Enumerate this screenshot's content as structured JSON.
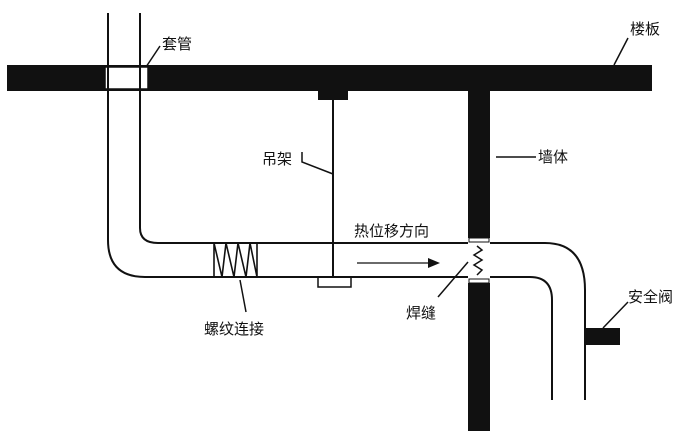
{
  "labels": {
    "sleeve": "套管",
    "floor_slab": "楼板",
    "hanger": "吊架",
    "wall": "墙体",
    "thermal_displacement": "热位移方向",
    "weld": "焊缝",
    "threaded_connection": "螺纹连接",
    "safety_valve": "安全阀"
  },
  "colors": {
    "ink": "#111111",
    "background": "#ffffff"
  }
}
